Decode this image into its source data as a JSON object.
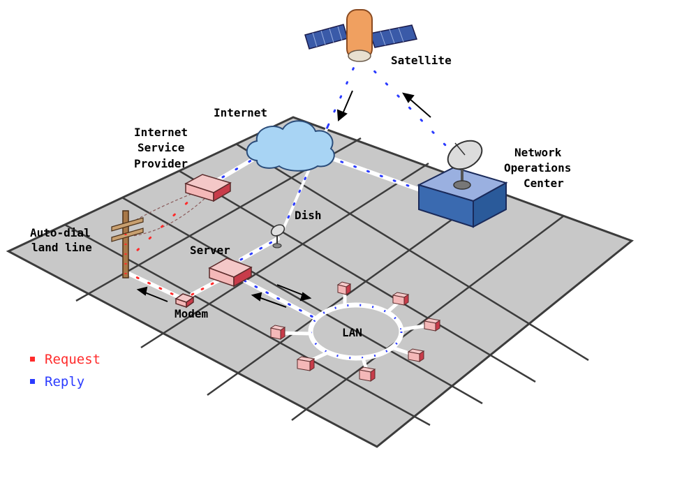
{
  "labels": {
    "satellite": "Satellite",
    "internet": "Internet",
    "isp_line1": "Internet",
    "isp_line2": "Service",
    "isp_line3": "Provider",
    "noc_line1": "Network",
    "noc_line2": "Operations",
    "noc_line3": "Center",
    "dish": "Dish",
    "autodial_line1": "Auto-dial",
    "autodial_line2": "land line",
    "server": "Server",
    "modem": "Modem",
    "lan": "LAN"
  },
  "legend": {
    "request": {
      "label": "Request",
      "color": "#ff2b2b"
    },
    "reply": {
      "label": "Reply",
      "color": "#2b3bff"
    }
  },
  "colors": {
    "ground": "#c8c8c8",
    "grid": "#3c3c3c",
    "cloud": "#a8d4f4",
    "noc_box": "#5a8ac8",
    "node": "#f4b8b8",
    "node_side": "#c83c4a"
  }
}
